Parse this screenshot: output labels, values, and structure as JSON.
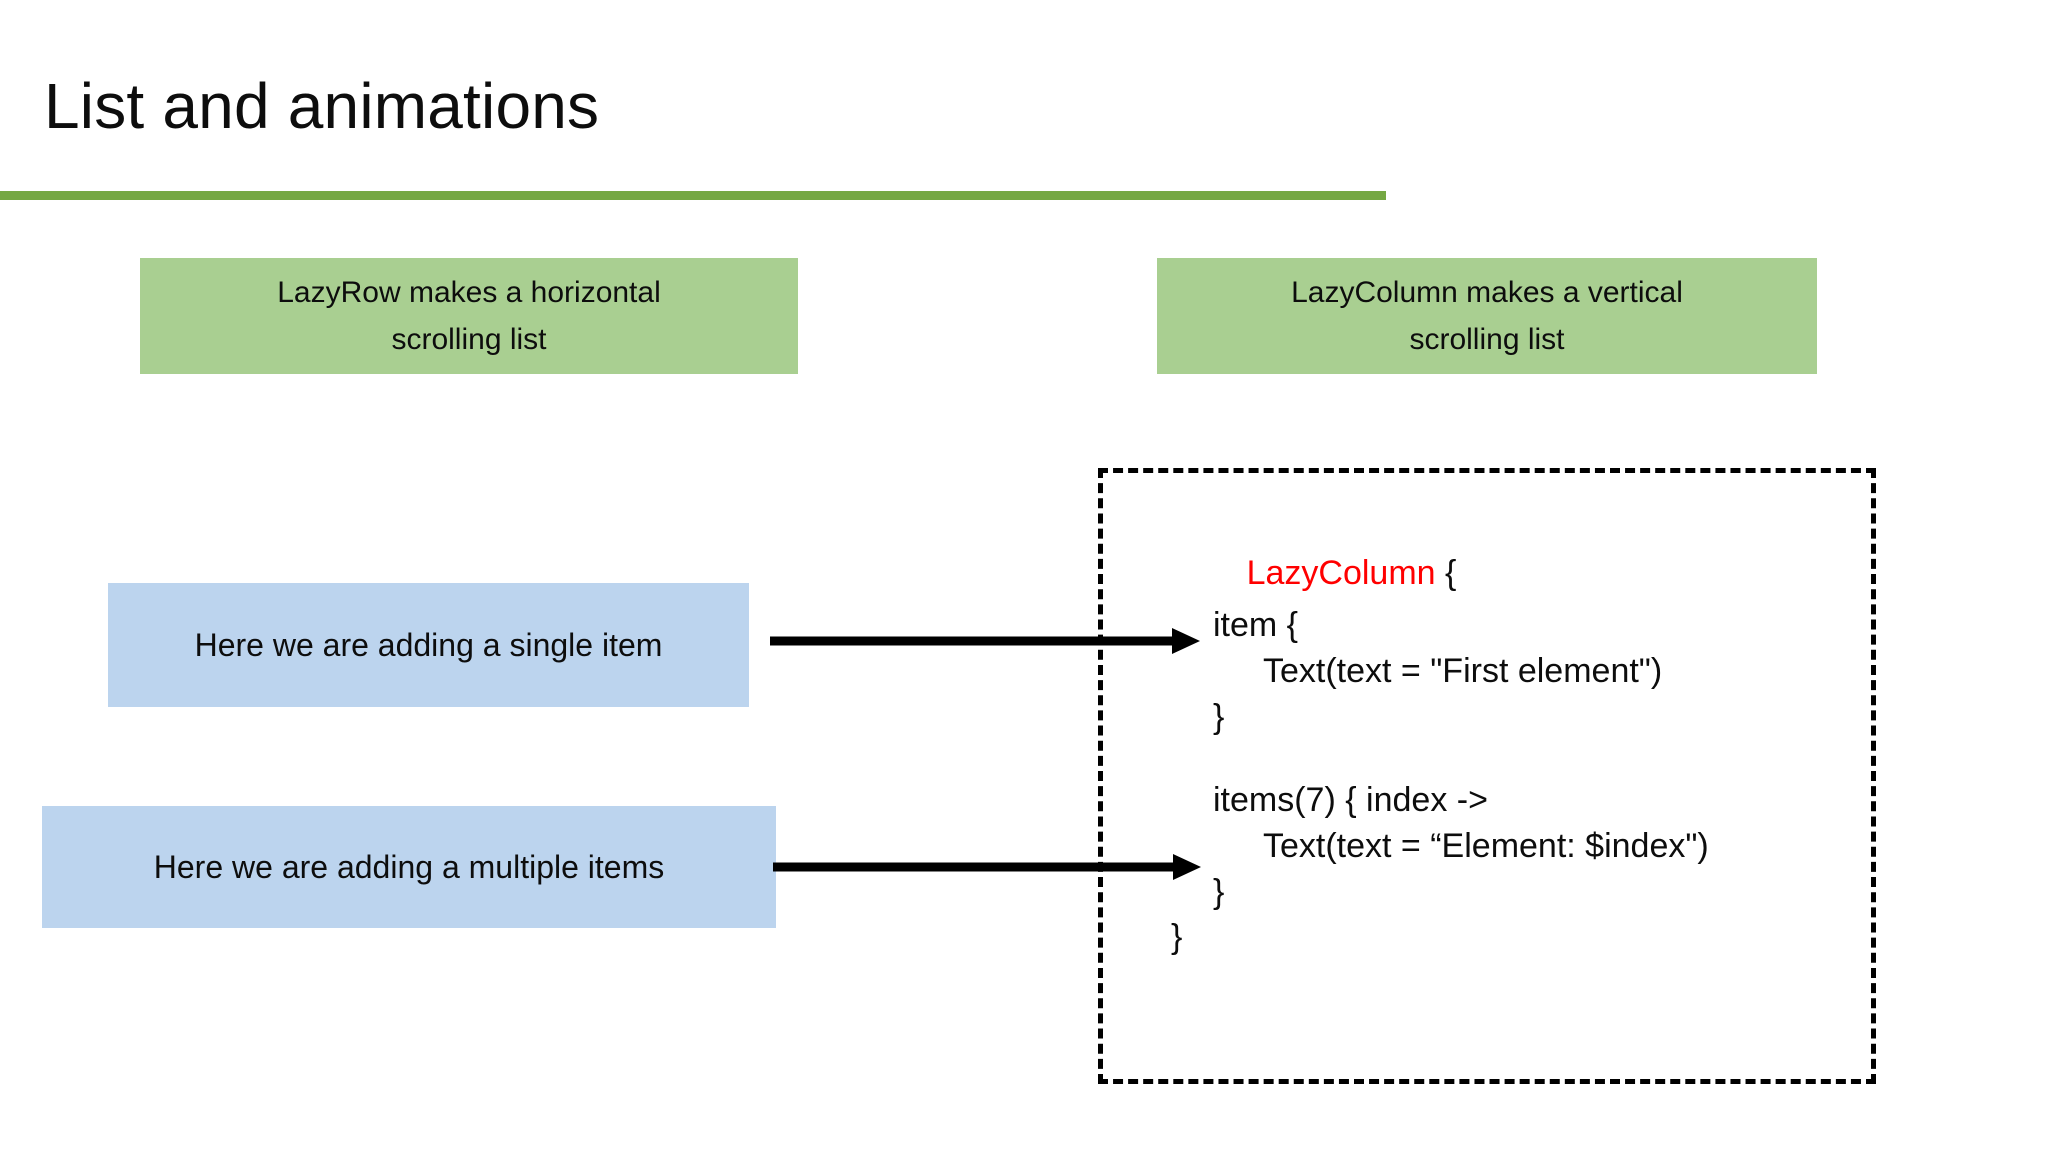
{
  "slide": {
    "title": "List and animations",
    "accent_color": "#75A843",
    "green_box_color": "#A9CF91",
    "blue_box_color": "#BCD4EE",
    "keyword_color": "#FF0000",
    "text_color": "#0D0D0D",
    "background_color": "#FFFFFF"
  },
  "captions": {
    "green": [
      {
        "id": "lazyrow",
        "line1": "LazyRow makes a horizontal",
        "line2": "scrolling list"
      },
      {
        "id": "lazycolumn",
        "line1": "LazyColumn makes a vertical",
        "line2": "scrolling list"
      }
    ],
    "blue": [
      {
        "id": "single",
        "label": "Here we are adding a single item"
      },
      {
        "id": "multiple",
        "label": "Here we are adding a multiple items"
      }
    ]
  },
  "code": {
    "keyword": "LazyColumn",
    "keyword_brace": " {",
    "lines": [
      "item {",
      "Text(text = \"First element\")",
      "}",
      "items(7) { index ->",
      "Text(text = “Element: $index\")",
      "}",
      "}"
    ]
  },
  "arrows": [
    {
      "id": "arrow-single",
      "from": "blue-single",
      "to": "code-line-item"
    },
    {
      "id": "arrow-multiple",
      "from": "blue-multiple",
      "to": "code-line-items"
    }
  ]
}
